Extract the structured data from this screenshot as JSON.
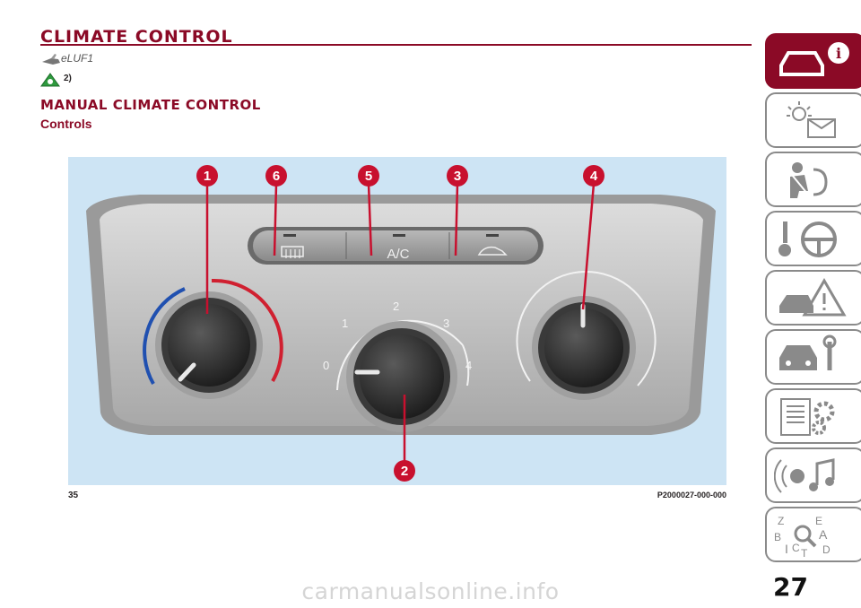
{
  "header": {
    "title": "CLIMATE CONTROL",
    "icon_code": "eLUF1"
  },
  "warning": {
    "ref": "2)"
  },
  "section": {
    "title": "MANUAL CLIMATE CONTROL",
    "subtitle": "Controls"
  },
  "figure": {
    "number": "35",
    "code": "P2000027-000-000",
    "callouts": [
      "1",
      "6",
      "5",
      "3",
      "4",
      "2"
    ],
    "button_ac_label": "A/C",
    "fan_scale": [
      "0",
      "1",
      "2",
      "3",
      "4"
    ]
  },
  "side_tabs": [
    {
      "name": "car-info",
      "active": true
    },
    {
      "name": "lights-messages",
      "active": false
    },
    {
      "name": "safety",
      "active": false
    },
    {
      "name": "starting-driving",
      "active": false
    },
    {
      "name": "emergency",
      "active": false
    },
    {
      "name": "maintenance",
      "active": false
    },
    {
      "name": "technical-data",
      "active": false
    },
    {
      "name": "multimedia",
      "active": false
    },
    {
      "name": "index",
      "active": false
    }
  ],
  "page_number": "27",
  "watermark": "carmanualsonline.info",
  "colors": {
    "accent": "#8b0a26",
    "callout": "#c8102e",
    "figure_bg": "#cde4f4",
    "cold": "#2050b0",
    "hot": "#d02030"
  }
}
